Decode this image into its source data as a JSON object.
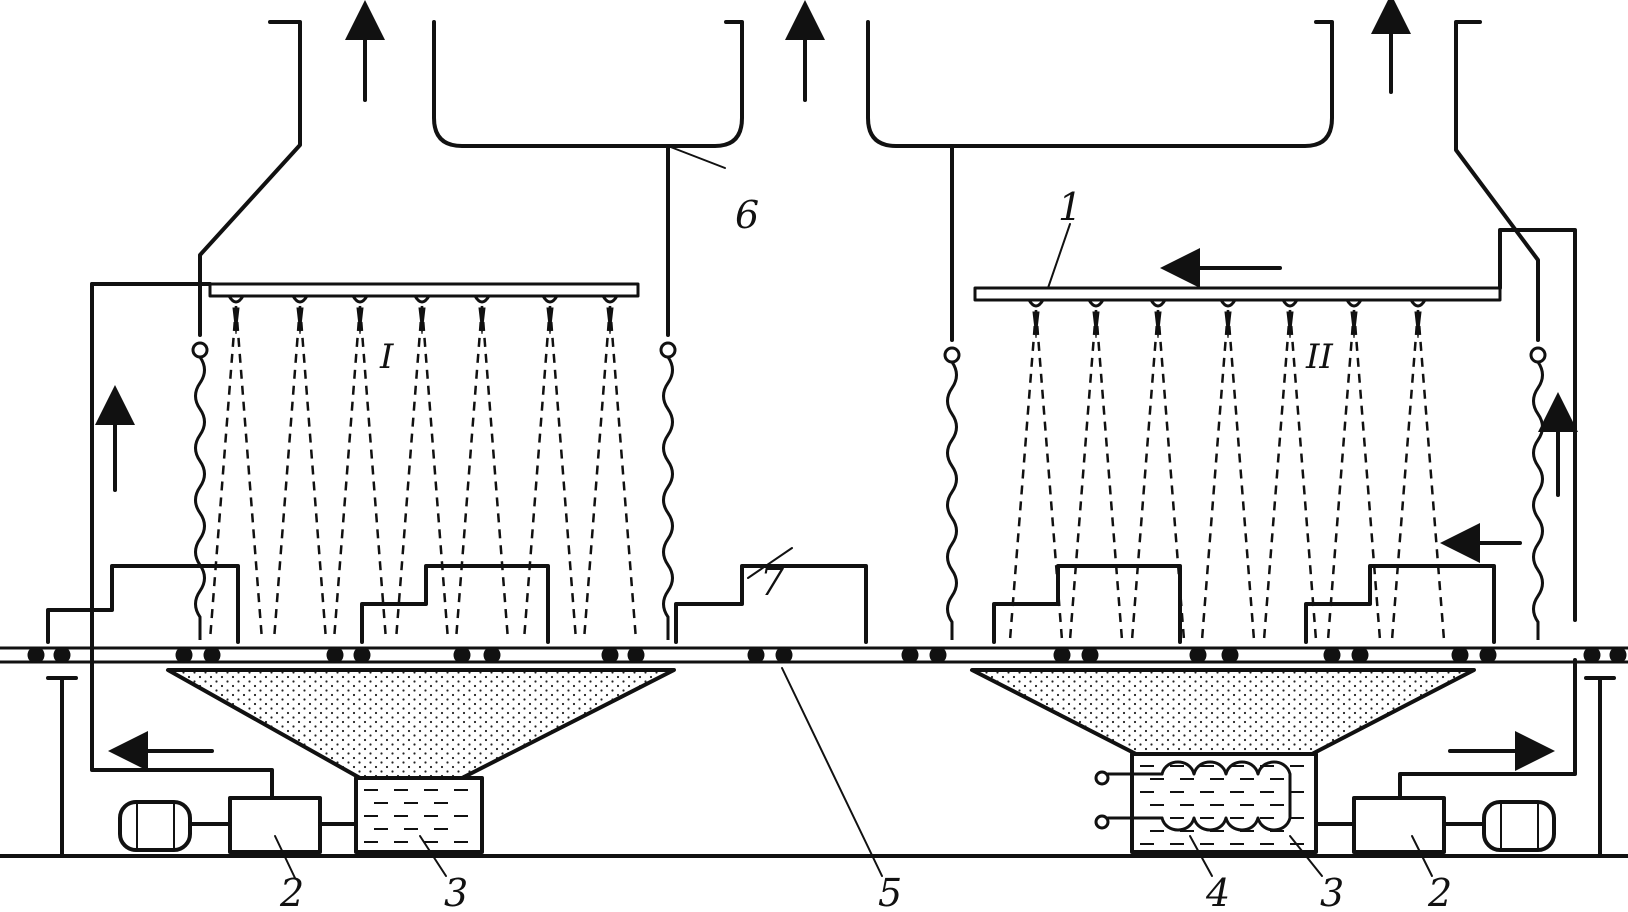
{
  "diagram": {
    "labels": {
      "spray_pipe": "1",
      "pump_left": "2",
      "pump_right": "2",
      "tank_left": "3",
      "tank_right": "3",
      "heater": "4",
      "conveyor": "5",
      "exhaust_hood": "6",
      "product": "7"
    },
    "zones": {
      "zone_one": "I",
      "zone_two": "II"
    },
    "colors": {
      "ink": "#111111",
      "background": "#ffffff"
    }
  }
}
